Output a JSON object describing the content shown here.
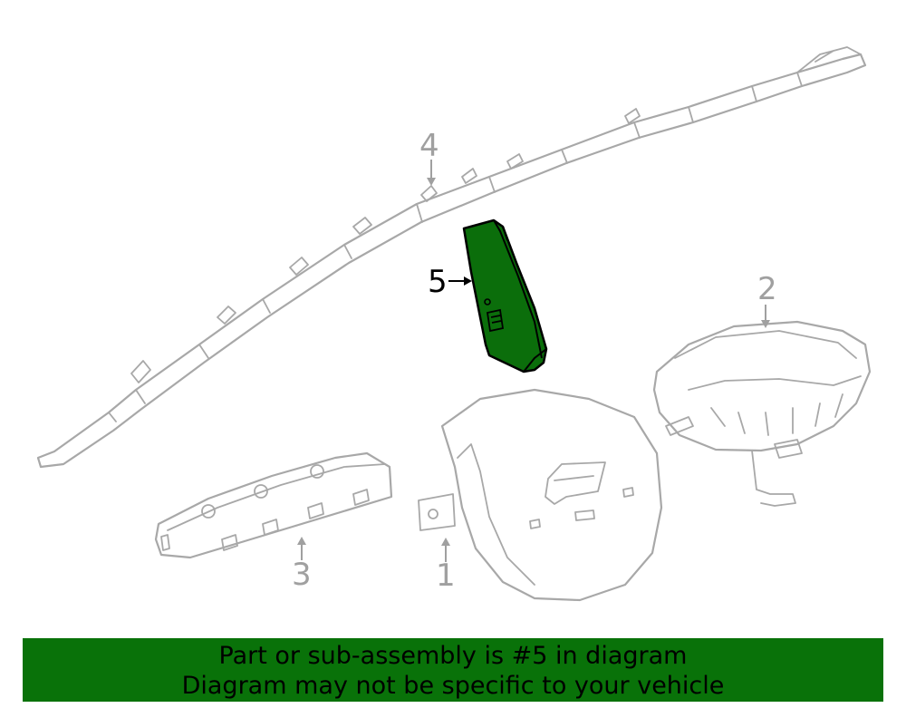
{
  "diagram": {
    "callouts": [
      {
        "id": "1",
        "label": "1"
      },
      {
        "id": "2",
        "label": "2"
      },
      {
        "id": "3",
        "label": "3"
      },
      {
        "id": "4",
        "label": "4"
      },
      {
        "id": "5",
        "label": "5",
        "highlighted": true
      }
    ],
    "highlight_color": "#0b6e0b",
    "line_color": "#a8a8a8"
  },
  "banner": {
    "line1": "Part or sub-assembly is #5 in diagram",
    "line2": "Diagram may not be specific to your vehicle",
    "background": "#097209"
  }
}
